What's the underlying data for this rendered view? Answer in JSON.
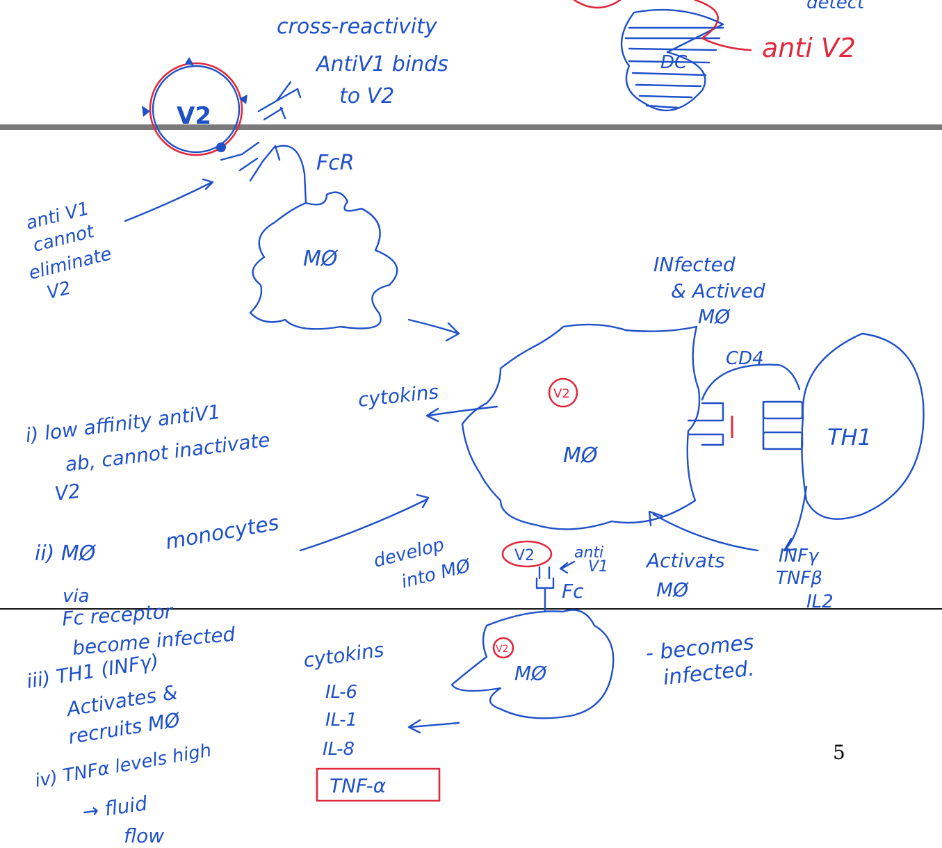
{
  "colors": {
    "ink": "#1e50c8",
    "highlight": "#e0283c",
    "rule": "#7a7a7a",
    "page_number": "#000000"
  },
  "top_section": {
    "cross_reactivity_note": [
      "cross-reactivity",
      "AntiV1 binds",
      "to V2"
    ],
    "virus_label": "V2",
    "dc_label": "DC",
    "anti_v2_label": "anti V2",
    "corner_fragment": "detect"
  },
  "main_section": {
    "fcr_label": "FcR",
    "left_note": [
      "anti V1",
      "cannot",
      "eliminate",
      "V2"
    ],
    "macrophage_label": "MØ",
    "infected_note": [
      "INfected",
      "& Actived",
      "MØ"
    ],
    "cd4_label": "CD4",
    "infected_macrophage_label": "MØ",
    "infected_virus_label": "V2",
    "th1_label": "TH1",
    "cytokines_label": "cytokins",
    "point_i": [
      "i) low affinity antiV1",
      "ab, cannot inactivate",
      "V2"
    ],
    "point_ii": [
      "ii) MØ",
      "via",
      "Fc receptor",
      "become infected"
    ],
    "monocytes_label": "monocytes",
    "develop_label": [
      "develop",
      "into MØ"
    ],
    "bound_virus_label": "V2",
    "anti_v1_label": [
      "anti",
      "V1"
    ],
    "fc_label": "Fc",
    "activates_label": [
      "Activats",
      "MØ"
    ],
    "th1_cytokines": [
      "INFγ",
      "TNFβ",
      "IL2"
    ],
    "lower_macrophage_label": "MØ",
    "lower_virus_label": "V2",
    "becomes_infected": [
      "- becomes",
      "infected."
    ],
    "point_iii": [
      "iii) TH1 (INFγ)",
      "Activates &",
      "recruits MØ"
    ],
    "lower_cytokines_title": "cytokins",
    "lower_cytokines": [
      "IL-6",
      "IL-1",
      "IL-8"
    ],
    "tnf_box": "TNF-α",
    "point_iv": [
      "iv) TNFα levels high",
      "→ fluid",
      "flow"
    ]
  },
  "page_number": "5"
}
